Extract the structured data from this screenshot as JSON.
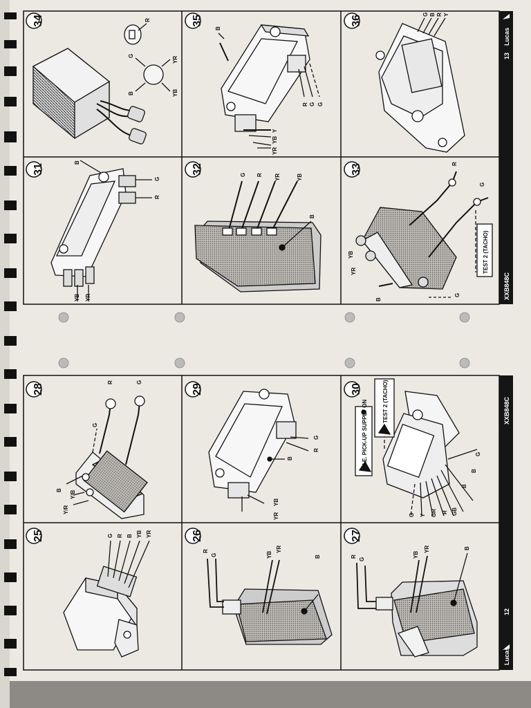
{
  "page": {
    "brand": "Lucas",
    "page_numbers": [
      "12",
      "13"
    ],
    "doc_code": "XXB848C"
  },
  "notes": {
    "test2": "TEST 2 (TACHO)",
    "pickup": "H.E. PICK-UP SUPPLY ON"
  },
  "panels": [
    {
      "num": "25",
      "wires": [
        "G",
        "R",
        "B",
        "YB",
        "YR"
      ]
    },
    {
      "num": "26",
      "wires": [
        "R",
        "G",
        "YB",
        "YR",
        "B"
      ]
    },
    {
      "num": "27",
      "wires": [
        "R",
        "G",
        "YB",
        "YR",
        "B"
      ]
    },
    {
      "num": "28",
      "wires": [
        "R",
        "G",
        "G",
        "B",
        "Y/B",
        "Y/R"
      ]
    },
    {
      "num": "29",
      "wires": [
        "G",
        "R",
        "B",
        "YB",
        "YR"
      ]
    },
    {
      "num": "30",
      "wires": [
        "G",
        "B",
        "B",
        "GB",
        "R",
        "GR",
        "Y",
        "G"
      ]
    },
    {
      "num": "31",
      "wires": [
        "B",
        "G",
        "R",
        "YB",
        "YR"
      ]
    },
    {
      "num": "32",
      "wires": [
        "G",
        "R",
        "YR",
        "YB",
        "B"
      ]
    },
    {
      "num": "33",
      "wires": [
        "R",
        "G",
        "YB",
        "YR",
        "B",
        "G"
      ]
    },
    {
      "num": "34",
      "wires": [
        "R",
        "G",
        "YR",
        "B",
        "YB"
      ]
    },
    {
      "num": "35",
      "wires": [
        "B",
        "R",
        "G",
        "G",
        "Y",
        "YB",
        "YR"
      ]
    },
    {
      "num": "36",
      "wires": [
        "G",
        "B",
        "R",
        "Y"
      ]
    }
  ]
}
